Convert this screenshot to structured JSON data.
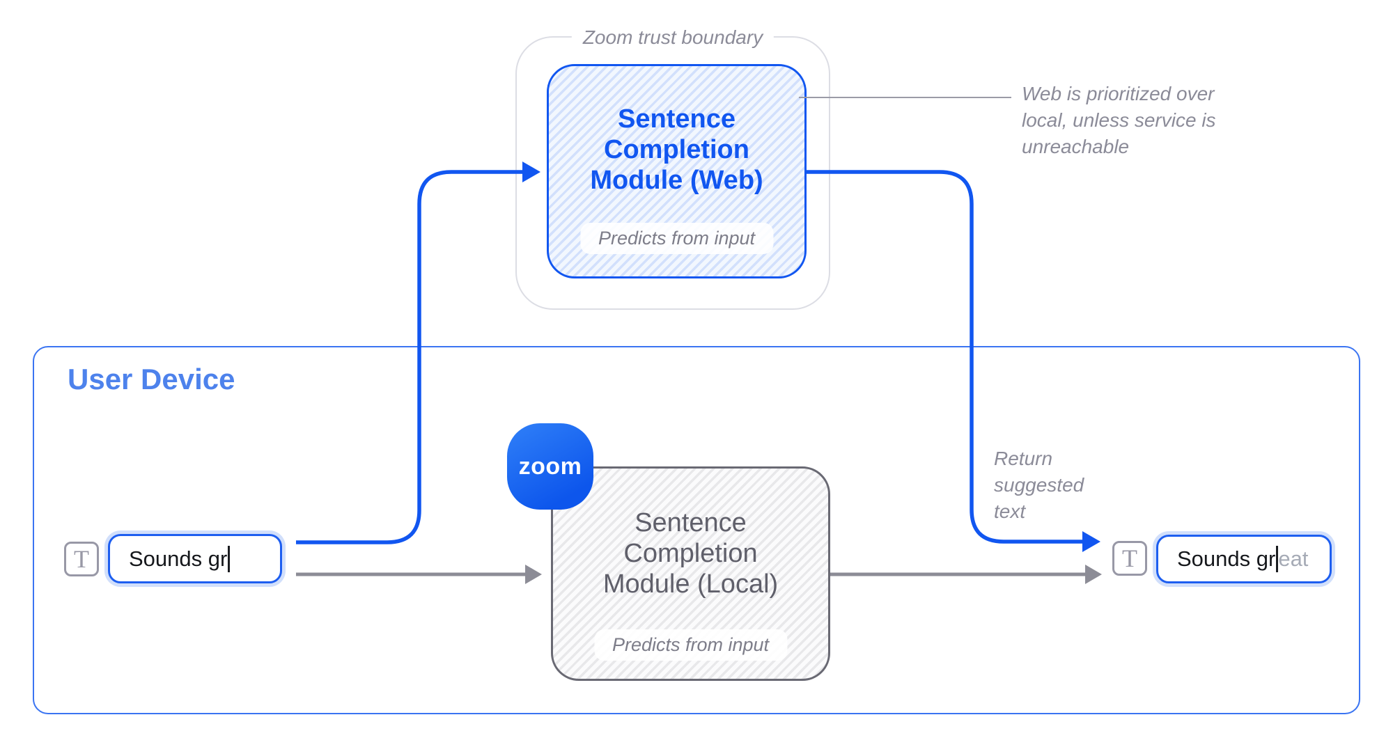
{
  "colors": {
    "accent_blue": "#1156f0",
    "device_border_blue": "#3a74f2",
    "device_title_blue": "#4d82ec",
    "module_gray": "#696973",
    "annotation_gray": "#8b8b98",
    "trust_border_gray": "#dcdde4",
    "arrow_gray": "#8c8c96",
    "suggested_text_gray": "#a6abb6",
    "zoom_logo_blue": "#0d56ec"
  },
  "trust_boundary": {
    "label": "Zoom trust boundary"
  },
  "web_module": {
    "title_lines": [
      "Sentence",
      "Completion",
      "Module (Web)"
    ],
    "subtitle": "Predicts from input"
  },
  "local_module": {
    "title_lines": [
      "Sentence",
      "Completion",
      "Module (Local)"
    ],
    "subtitle": "Predicts from input"
  },
  "zoom_logo": {
    "text": "zoom"
  },
  "user_device": {
    "title": "User Device"
  },
  "icons": {
    "text_tool_glyph": "T"
  },
  "text_inputs": {
    "source": {
      "value": "Sounds gr"
    },
    "result": {
      "typed": "Sounds gr",
      "suggested": "eat"
    }
  },
  "annotations": {
    "web_priority_lines": [
      "Web is prioritized over",
      "local, unless service is",
      "unreachable"
    ],
    "return_suggested_lines": [
      "Return",
      "suggested",
      "text"
    ]
  }
}
